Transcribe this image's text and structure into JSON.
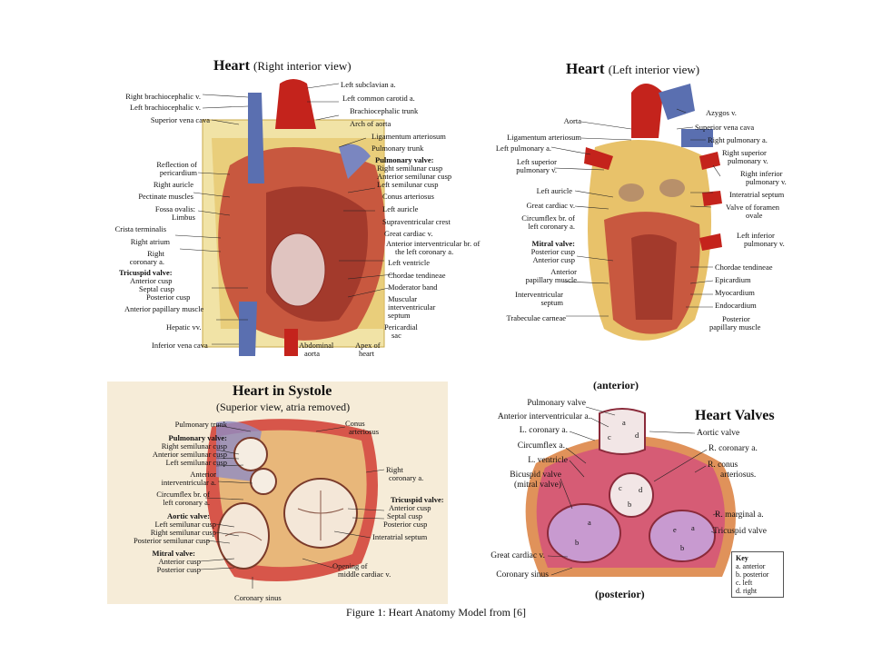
{
  "caption": "Figure 1: Heart Anatomy Model from [6]",
  "panel_right": {
    "title": "Heart",
    "subtitle": "(Right interior view)",
    "left_labels": [
      "Right brachiocephalic v.",
      "Left brachiocephalic v.",
      "Superior vena cava",
      "Reflection of",
      "pericardium",
      "Right auricle",
      "Pectinate muscles",
      "Fossa ovalis:",
      "Limbus",
      "Crista terminalis",
      "Right atrium",
      "Right",
      "coronary a.",
      "Tricuspid valve:",
      "Anterior cusp",
      "Septal cusp",
      "Posterior cusp",
      "Anterior papillary muscle",
      "Hepatic vv.",
      "Inferior vena cava"
    ],
    "right_labels": [
      "Left subclavian a.",
      "Left common carotid a.",
      "Brachiocephalic trunk",
      "Arch of aorta",
      "Ligamentum arteriosum",
      "Pulmonary trunk",
      "Pulmonary valve:",
      "Right semilunar cusp",
      "Anterior semilunar cusp",
      "Left semilunar cusp",
      "Conus arteriosus",
      "Left auricle",
      "Supraventricular crest",
      "Great cardiac v.",
      "Anterior interventricular br. of",
      "the left coronary a.",
      "Left ventricle",
      "Chordae tendineae",
      "Moderator band",
      "Muscular",
      "interventricular",
      "septum",
      "Pericardial",
      "sac"
    ],
    "bottom_labels": [
      "Abdominal",
      "aorta",
      "Apex of",
      "heart"
    ]
  },
  "panel_left": {
    "title": "Heart",
    "subtitle": "(Left interior view)",
    "left_labels": [
      "Aorta",
      "Ligamentum arteriosum",
      "Left pulmonary a.",
      "Left superior",
      "pulmonary v.",
      "Left auricle",
      "Great cardiac v.",
      "Circumflex br. of",
      "left coronary a.",
      "Mitral valve:",
      "Posterior cusp",
      "Anterior cusp",
      "Anterior",
      "papillary muscle",
      "Interventricular",
      "septum",
      "Trabeculae carneae"
    ],
    "right_labels": [
      "Azygos v.",
      "Superior vena cava",
      "Right pulmonary a.",
      "Right superior",
      "pulmonary v.",
      "Right inferior",
      "pulmonary v.",
      "Interatrial septum",
      "Valve of foramen",
      "ovale",
      "Left inferior",
      "pulmonary v.",
      "Chordae tendineae",
      "Epicardium",
      "Myocardium",
      "Endocardium",
      "Posterior",
      "papillary muscle"
    ]
  },
  "panel_systole": {
    "title": "Heart in Systole",
    "subtitle": "(Superior view, atria removed)",
    "left_labels": [
      "Pulmonary trunk",
      "Pulmonary valve:",
      "Right semilunar cusp",
      "Anterior semilunar cusp",
      "Left semilunar cusp",
      "Anterior",
      "interventricular a.",
      "Circumflex br. of",
      "left coronary a.",
      "Aortic valve:",
      "Left semilunar cusp",
      "Right semilunar cusp",
      "Posterior semilunar cusp",
      "Mitral valve:",
      "Anterior cusp",
      "Posterior cusp"
    ],
    "right_labels": [
      "Conus",
      "arteriosus",
      "Right",
      "coronary a.",
      "Tricuspid valve:",
      "Anterior cusp",
      "Septal cusp",
      "Posterior cusp",
      "Interatrial septum",
      "Opening of",
      "middle cardiac v."
    ],
    "bottom_labels": [
      "Coronary sinus"
    ]
  },
  "panel_valves": {
    "title": "Heart Valves",
    "top": "(anterior)",
    "bottom": "(posterior)",
    "left_labels": [
      "Pulmonary valve",
      "Anterior interventricular a.",
      "L. coronary a.",
      "Circumflex a.",
      "L. ventricle",
      "Bicuspid valve",
      "(mitral valve)",
      "Great cardiac v.",
      "Coronary sinus"
    ],
    "right_labels": [
      "Aortic valve",
      "R. coronary a.",
      "R. conus",
      "arteriosus.",
      "R. marginal a.",
      "Tricuspid valve"
    ],
    "cusp_letters": [
      "a",
      "d",
      "c",
      "c",
      "d",
      "b",
      "a",
      "b",
      "e",
      "a",
      "b"
    ],
    "key_title": "Key",
    "key_items": [
      "a. anterior",
      "b. posterior",
      "c. left",
      "d. right"
    ]
  },
  "colors": {
    "muscle": "#c84a3a",
    "fat": "#e8c25a",
    "artery": "#c4231c",
    "vein": "#5a6fb0",
    "pericardium": "#f0e0a0"
  }
}
